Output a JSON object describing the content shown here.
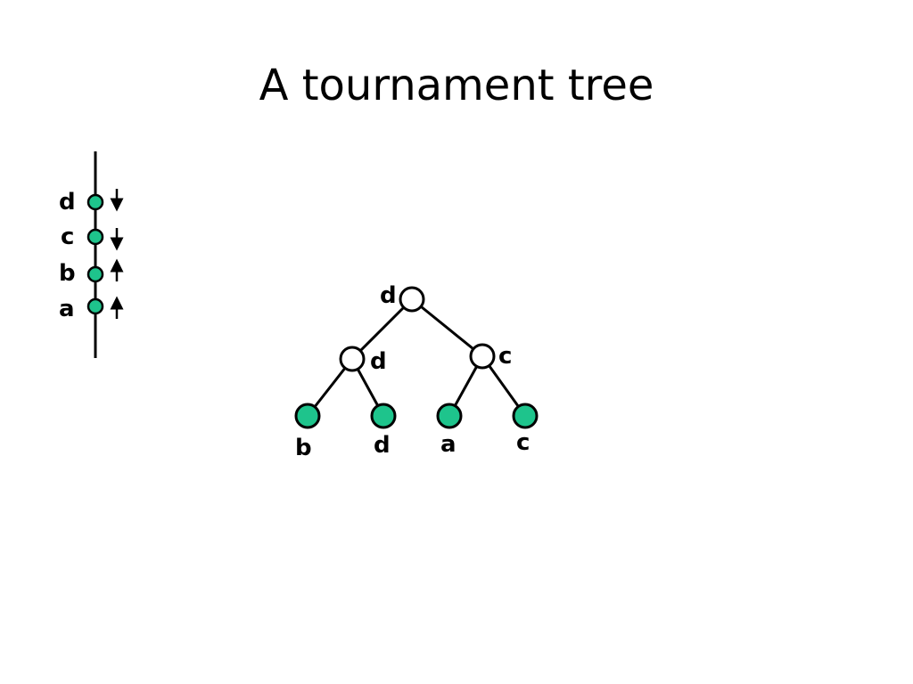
{
  "title": "A tournament tree",
  "colors": {
    "leaf_fill": "#1ec48c",
    "internal_fill": "#ffffff",
    "stroke": "#000000"
  },
  "sidebar": {
    "labels": [
      "d",
      "c",
      "b",
      "a"
    ],
    "arrows": [
      "down",
      "down",
      "up",
      "up"
    ]
  },
  "tree": {
    "root": {
      "label": "d"
    },
    "internal": [
      {
        "label": "d"
      },
      {
        "label": "c"
      }
    ],
    "leaves": [
      {
        "label": "b"
      },
      {
        "label": "d"
      },
      {
        "label": "a"
      },
      {
        "label": "c"
      }
    ]
  }
}
